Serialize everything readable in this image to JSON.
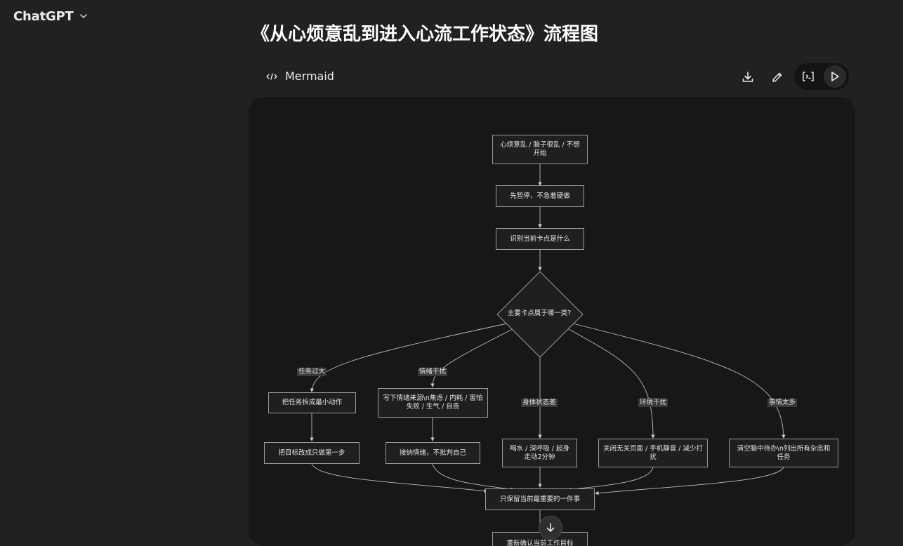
{
  "app": {
    "model_name": "ChatGPT"
  },
  "message": {
    "title": "《从心烦意乱到进入心流工作状态》流程图"
  },
  "code_block": {
    "language": "Mermaid",
    "icons": {
      "code": "code-icon",
      "download": "download-icon",
      "edit": "pencil-icon",
      "view_code": "code-view-icon",
      "run": "play-icon"
    }
  },
  "diagram": {
    "nodes": {
      "start": "心烦意乱 / 脑子很乱 / 不想开始",
      "pause": "先暂停，不急着硬做",
      "identify": "识别当前卡点是什么",
      "decision": "主要卡点属于哪一类?",
      "task_split": "把任务拆成最小动作",
      "task_goal": "把目标改成只做第一步",
      "emo_write": "写下情绪来源\\n焦虑 / 内耗 / 害怕失败 / 生气 / 自责",
      "emo_accept": "接纳情绪，不批判自己",
      "body_act": "喝水 / 深呼吸 / 起身走动2分钟",
      "env_act": "关闭无关页面 / 手机静音 / 减少打扰",
      "many_act": "清空脑中待办\\n列出所有杂念和任务",
      "focus": "只保留当前最重要的一件事",
      "partial": "重新确认当前工作目标"
    },
    "edge_labels": {
      "task": "任务过大",
      "emotion": "情绪干扰",
      "body": "身体状态差",
      "env": "环境干扰",
      "many": "事情太多"
    }
  },
  "colors": {
    "page_bg": "#212121",
    "panel_bg": "#171717",
    "node_fill": "#1f1f1f",
    "node_border": "#9a9a9a"
  }
}
